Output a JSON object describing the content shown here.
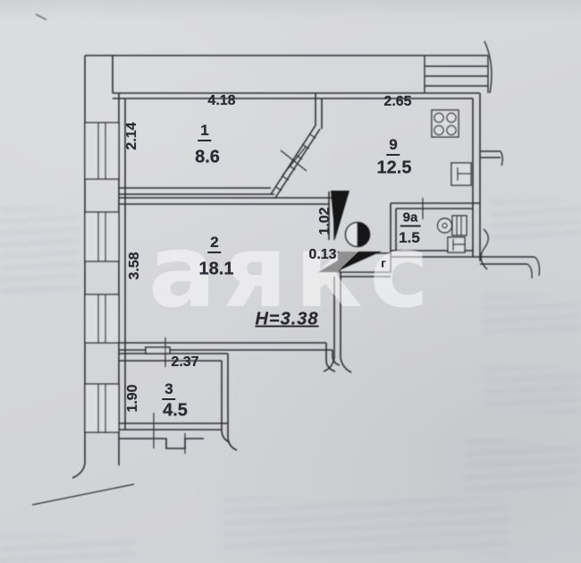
{
  "plan": {
    "watermark": "аякс",
    "height_note": "H=3.38",
    "gas_label": "г",
    "rooms": [
      {
        "number": "1",
        "area": "8.6"
      },
      {
        "number": "9",
        "area": "12.5"
      },
      {
        "number": "9а",
        "area": "1.5"
      },
      {
        "number": "2",
        "area": "18.1"
      },
      {
        "number": "3",
        "area": "4.5"
      }
    ],
    "dimensions": {
      "room1_width": "4.18",
      "room1_depth": "2.14",
      "kitchen_width": "2.65",
      "door_niche": "1.02",
      "wall_offset": "0.13",
      "room2_depth": "3.58",
      "room3_width": "2.37",
      "room3_depth": "1.90"
    }
  }
}
